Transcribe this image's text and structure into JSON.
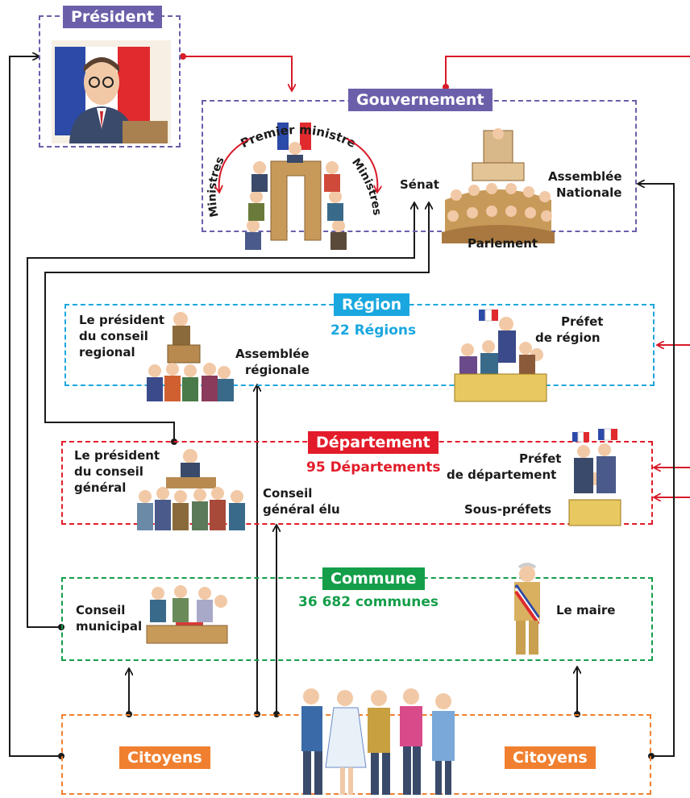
{
  "colors": {
    "president": "#6b5faa",
    "gouvernement": "#6b5faa",
    "region": "#1aa7df",
    "departement": "#e21c2a",
    "commune": "#149e4a",
    "citoyens": "#f08030",
    "wire_black": "#1a1a1a",
    "wire_red": "#d81b2a"
  },
  "president": {
    "title": "Président"
  },
  "gouvernement": {
    "title": "Gouvernement",
    "premier_ministre": "Premier ministre",
    "ministres_left": "Ministres",
    "ministres_right": "Ministres"
  },
  "parlement": {
    "senat": "Sénat",
    "assemblee_line1": "Assemblée",
    "assemblee_line2": "Nationale",
    "parlement": "Parlement"
  },
  "region": {
    "title": "Région",
    "count": "22 Régions",
    "president_line1": "Le président",
    "president_line2": "du conseil",
    "president_line3": "regional",
    "assemblee_line1": "Assemblée",
    "assemblee_line2": "régionale",
    "prefet_line1": "Préfet",
    "prefet_line2": "de région"
  },
  "departement": {
    "title": "Département",
    "count": "95 Départements",
    "president_line1": "Le président",
    "president_line2": "du conseil",
    "president_line3": "général",
    "conseil_line1": "Conseil",
    "conseil_line2": "général élu",
    "prefet_line1": "Préfet",
    "prefet_line2": "de département",
    "sous_prefets": "Sous-préfets"
  },
  "commune": {
    "title": "Commune",
    "count": "36 682 communes",
    "conseil_line1": "Conseil",
    "conseil_line2": "municipal",
    "maire": "Le maire"
  },
  "citoyens": {
    "left": "Citoyens",
    "right": "Citoyens"
  }
}
